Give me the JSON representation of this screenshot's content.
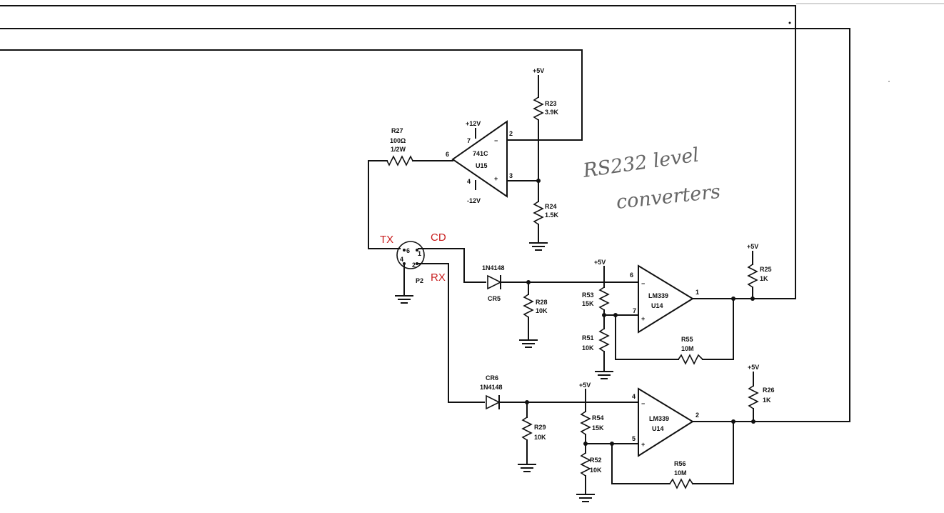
{
  "note": {
    "line1": "RS232 level",
    "line2": "converters"
  },
  "connector": {
    "ref": "P2",
    "pins": {
      "p6": "6",
      "p1": "1",
      "p2": "2",
      "p4": "4"
    },
    "labels": {
      "tx": "TX",
      "cd": "CD",
      "rx": "RX"
    }
  },
  "r27": {
    "ref": "R27",
    "value": "100Ω",
    "power": "1/2W"
  },
  "u15": {
    "part": "741C",
    "ref": "U15",
    "vpos": "+12V",
    "vneg": "-12V",
    "pin7": "7",
    "pin4": "4",
    "pin6": "6",
    "pin2": "2",
    "pin3": "3",
    "minus": "−",
    "plus": "+"
  },
  "r23": {
    "ref": "R23",
    "value": "3.9K"
  },
  "r24": {
    "ref": "R24",
    "value": "1.5K"
  },
  "top_supply": "+5V",
  "cr5": {
    "part": "1N4148",
    "ref": "CR5"
  },
  "r28": {
    "ref": "R28",
    "value": "10K"
  },
  "r53": {
    "ref": "R53",
    "value": "15K"
  },
  "r51": {
    "ref": "R51",
    "value": "10K"
  },
  "supply_a": "+5V",
  "u14a": {
    "part": "LM339",
    "ref": "U14",
    "pin6": "6",
    "pin7": "7",
    "pin1": "1",
    "minus": "−",
    "plus": "+"
  },
  "r55": {
    "ref": "R55",
    "value": "10M"
  },
  "r25": {
    "ref": "R25",
    "value": "1K",
    "supply": "+5V"
  },
  "cr6": {
    "part": "1N4148",
    "ref": "CR6"
  },
  "r29": {
    "ref": "R29",
    "value": "10K"
  },
  "r54": {
    "ref": "R54",
    "value": "15K"
  },
  "r52": {
    "ref": "R52",
    "value": "10K"
  },
  "supply_b": "+5V",
  "u14b": {
    "part": "LM339",
    "ref": "U14",
    "pin4": "4",
    "pin5": "5",
    "pin2": "2",
    "minus": "−",
    "plus": "+"
  },
  "r56": {
    "ref": "R56",
    "value": "10M"
  },
  "r26": {
    "ref": "R26",
    "value": "1K",
    "supply": "+5V"
  }
}
